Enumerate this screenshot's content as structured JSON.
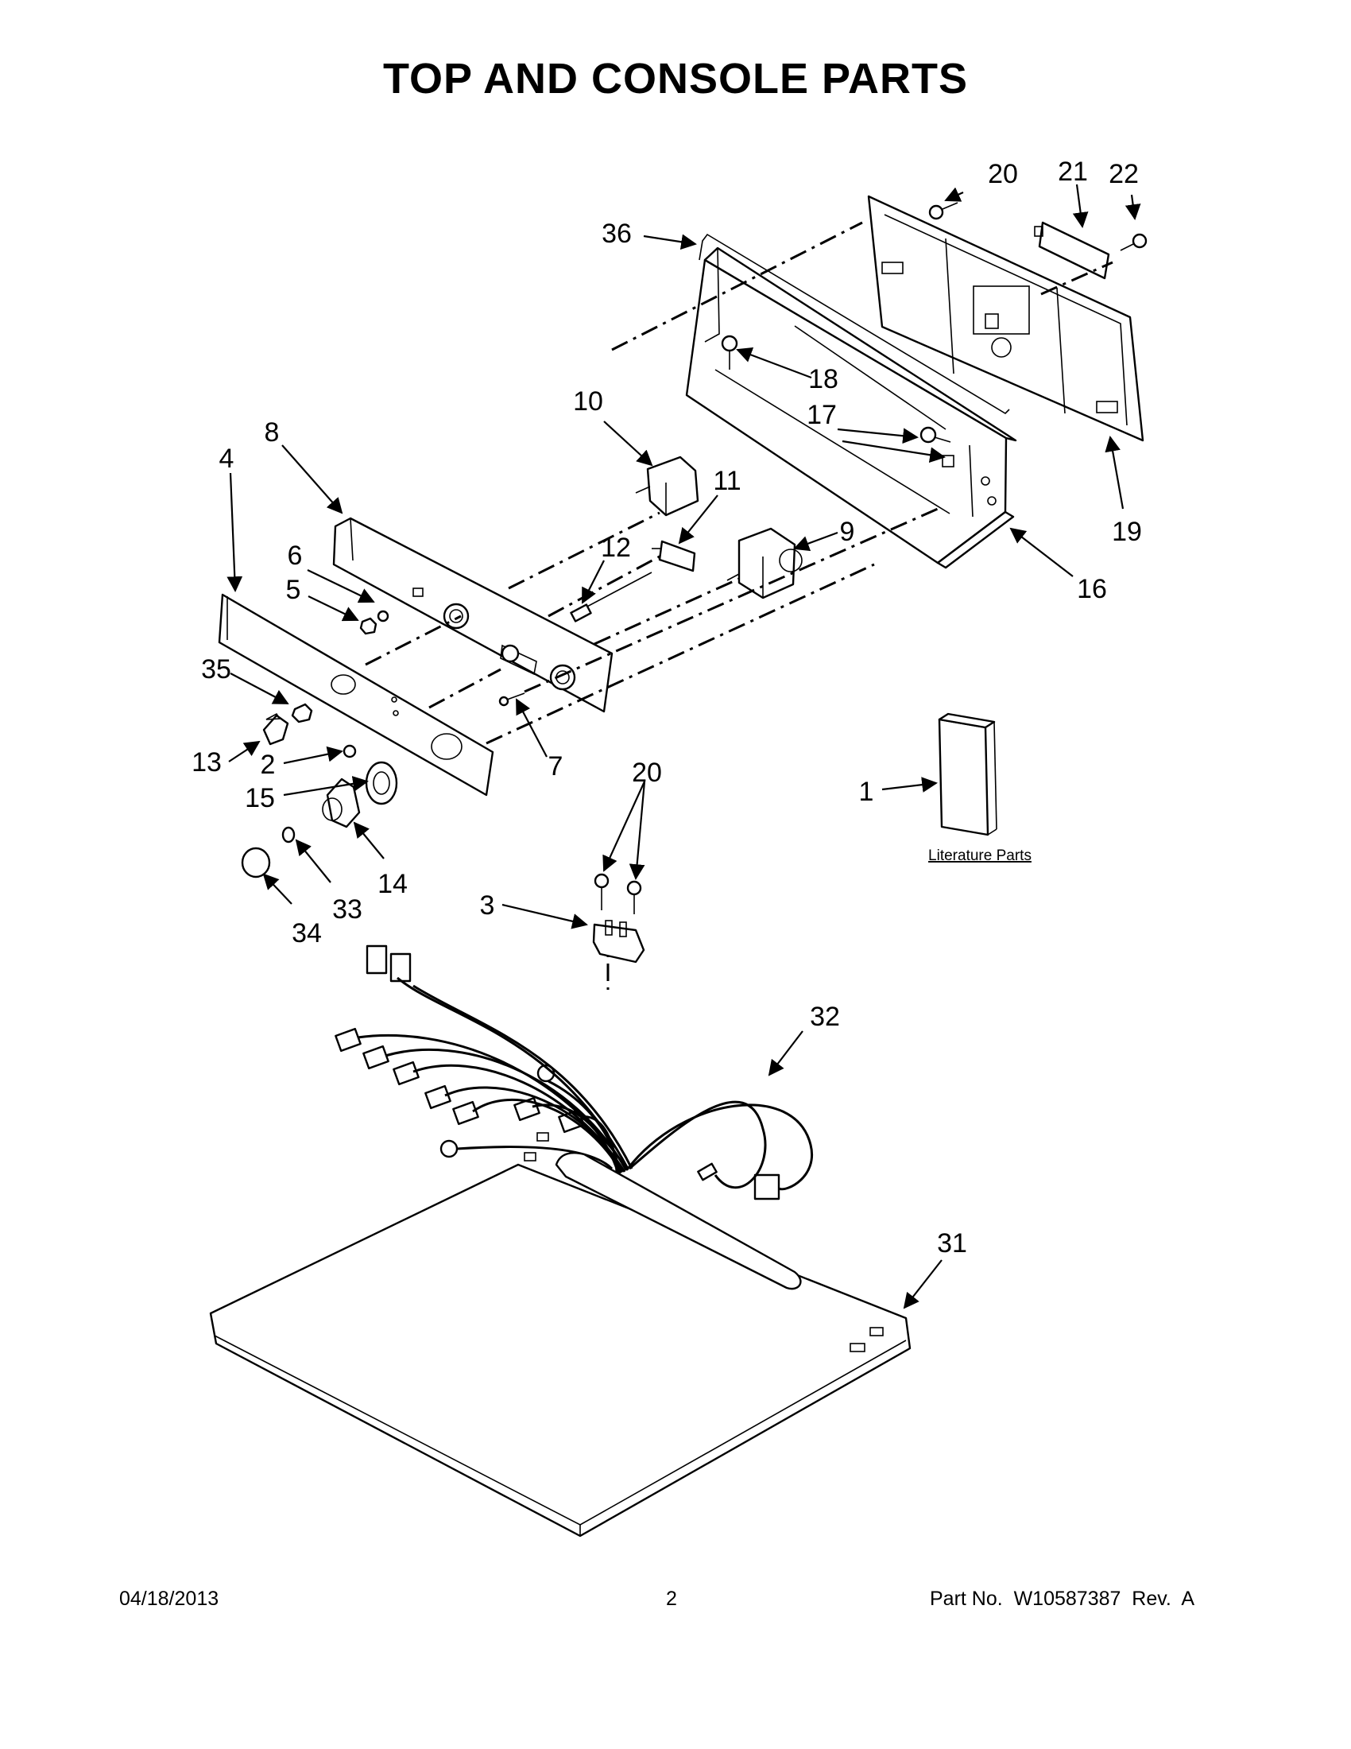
{
  "title": "TOP AND CONSOLE PARTS",
  "literature_label": "Literature Parts",
  "callouts": {
    "c1": "1",
    "c2": "2",
    "c3": "3",
    "c4": "4",
    "c5": "5",
    "c6": "6",
    "c7": "7",
    "c8": "8",
    "c9": "9",
    "c10": "10",
    "c11": "11",
    "c12": "12",
    "c13": "13",
    "c14": "14",
    "c15": "15",
    "c16": "16",
    "c17": "17",
    "c18": "18",
    "c19": "19",
    "c20a": "20",
    "c20b": "20",
    "c21": "21",
    "c22": "22",
    "c31": "31",
    "c32": "32",
    "c33": "33",
    "c34": "34",
    "c35": "35",
    "c36": "36"
  },
  "footer": {
    "date": "04/18/2013",
    "page": "2",
    "part_no": "Part No.  W10587387  Rev.  A"
  }
}
